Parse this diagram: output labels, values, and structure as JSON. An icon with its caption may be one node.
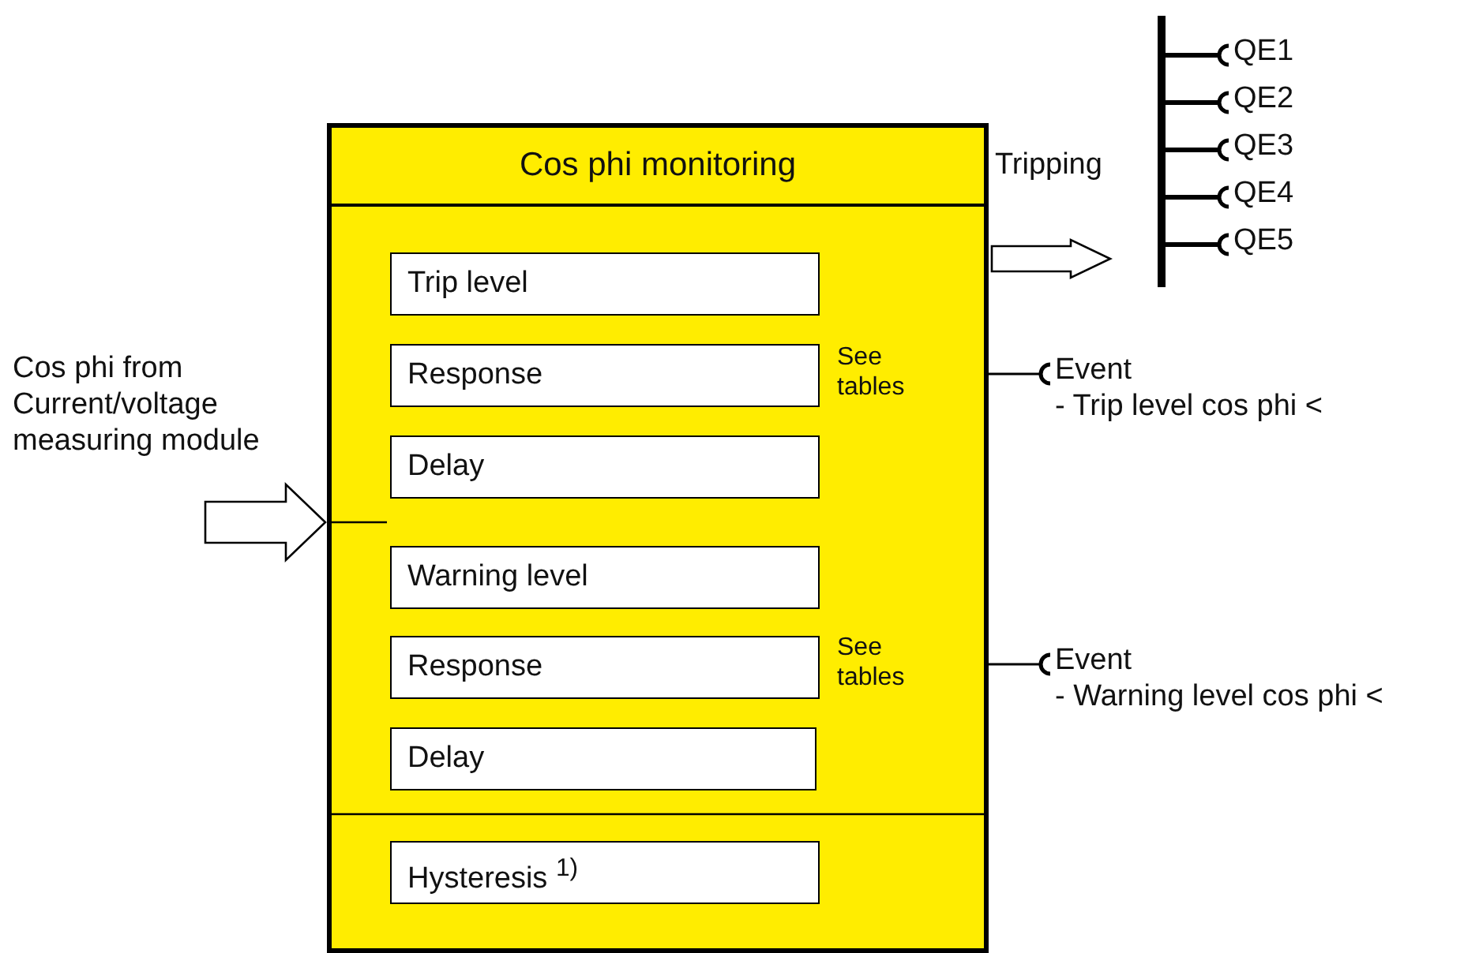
{
  "diagram": {
    "nodes": [
      {
        "text": [
          "Cos phi monitoring"
        ]
      },
      {
        "text": [
          "Trip level"
        ],
        "in": 0
      },
      {
        "text": [
          "Response"
        ],
        "in": 0
      },
      {
        "text": [
          "Delay"
        ],
        "in": 0
      },
      {
        "text": [
          "Warning level"
        ],
        "in": 0
      },
      {
        "text": [
          "Response"
        ],
        "in": 0
      },
      {
        "text": [
          "Delay"
        ],
        "in": 0
      },
      {
        "text": [
          "Hysteresis $^{1)}$"
        ],
        "in": 0
      },
      {
        "text": [
          "Cos phi from Current/voltage measuring module"
        ]
      },
      {
        "text": [],
        "shape": "bar"
      },
      {
        "text": [
          "QE1"
        ]
      },
      {
        "text": [
          "QE2"
        ]
      },
      {
        "text": [
          "QE3"
        ]
      },
      {
        "text": [
          "QE4"
        ]
      },
      {
        "text": [
          "QE5"
        ]
      },
      {
        "text": [
          "Event",
          "- Trip level cos phi <"
        ]
      },
      {
        "text": [
          "Event",
          "- Warning level cos phi <"
        ]
      }
    ],
    "edges": [
      {
        "from": 8,
        "to": 0,
        "arrow": "to",
        "style": "thick"
      },
      {
        "from": 0,
        "to": 9,
        "arrow": "to",
        "style": "thick",
        "label": "Tripping"
      },
      {
        "from": 9,
        "to": 10,
        "arrow": "other"
      },
      {
        "from": 9,
        "to": 11,
        "arrow": "other"
      },
      {
        "from": 9,
        "to": 12,
        "arrow": "other"
      },
      {
        "from": 9,
        "to": 13,
        "arrow": "other"
      },
      {
        "from": 9,
        "to": 14,
        "arrow": "other"
      },
      {
        "from": 0,
        "to": 15,
        "arrow": "other"
      },
      {
        "from": 0,
        "to": 16,
        "arrow": "other"
      }
    ],
    "labels": [
      "See tables",
      "See tables"
    ]
  }
}
